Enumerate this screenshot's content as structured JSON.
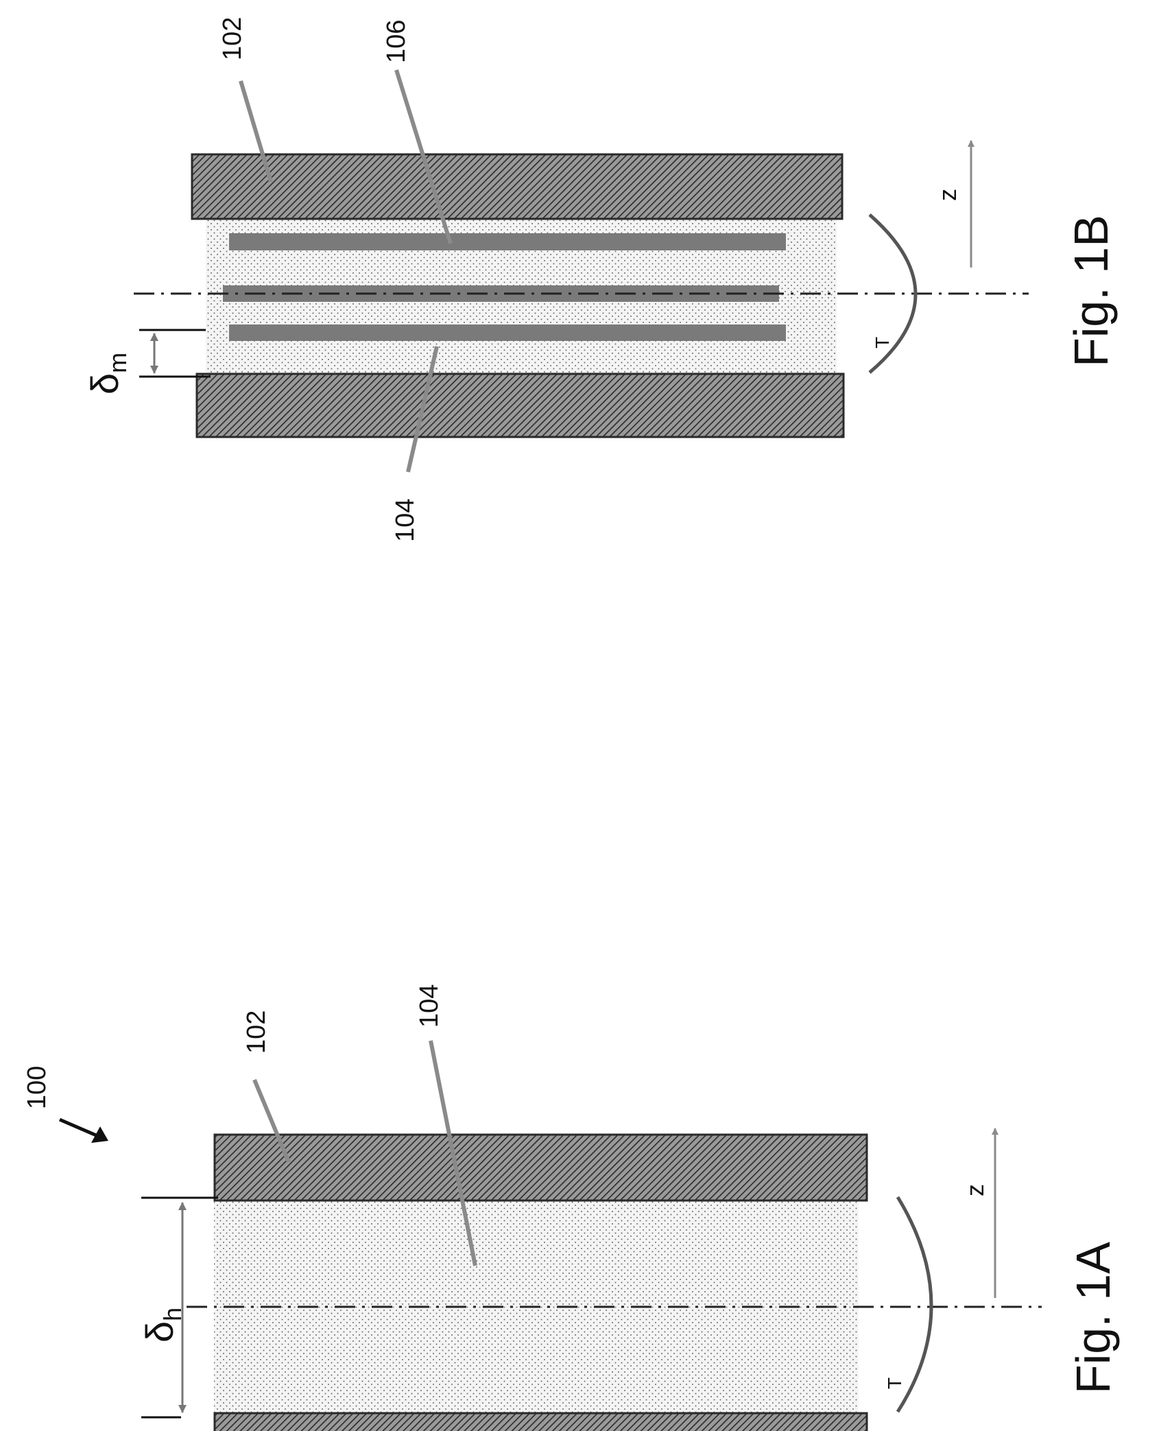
{
  "figure_a": {
    "caption": "Fig. 1A",
    "ref_assembly": "100",
    "ref_plate": "102",
    "ref_fluid": "104",
    "gap_symbol": "δ",
    "gap_subscript": "h",
    "temp_label": "T",
    "axis_label": "z"
  },
  "figure_b": {
    "caption": "Fig. 1B",
    "ref_plate": "102",
    "ref_fluid": "104",
    "ref_membrane": "106",
    "gap_symbol": "δ",
    "gap_subscript": "m",
    "temp_label": "T",
    "axis_label": "z"
  },
  "colors": {
    "plate_fill": "#6a6a6a",
    "plate_stroke": "#2a2a2a",
    "fluid_fill": "#f4f4f4",
    "membrane_fill": "#7a7a7a",
    "leader_line": "#8a8a8a",
    "curve": "#555555"
  }
}
